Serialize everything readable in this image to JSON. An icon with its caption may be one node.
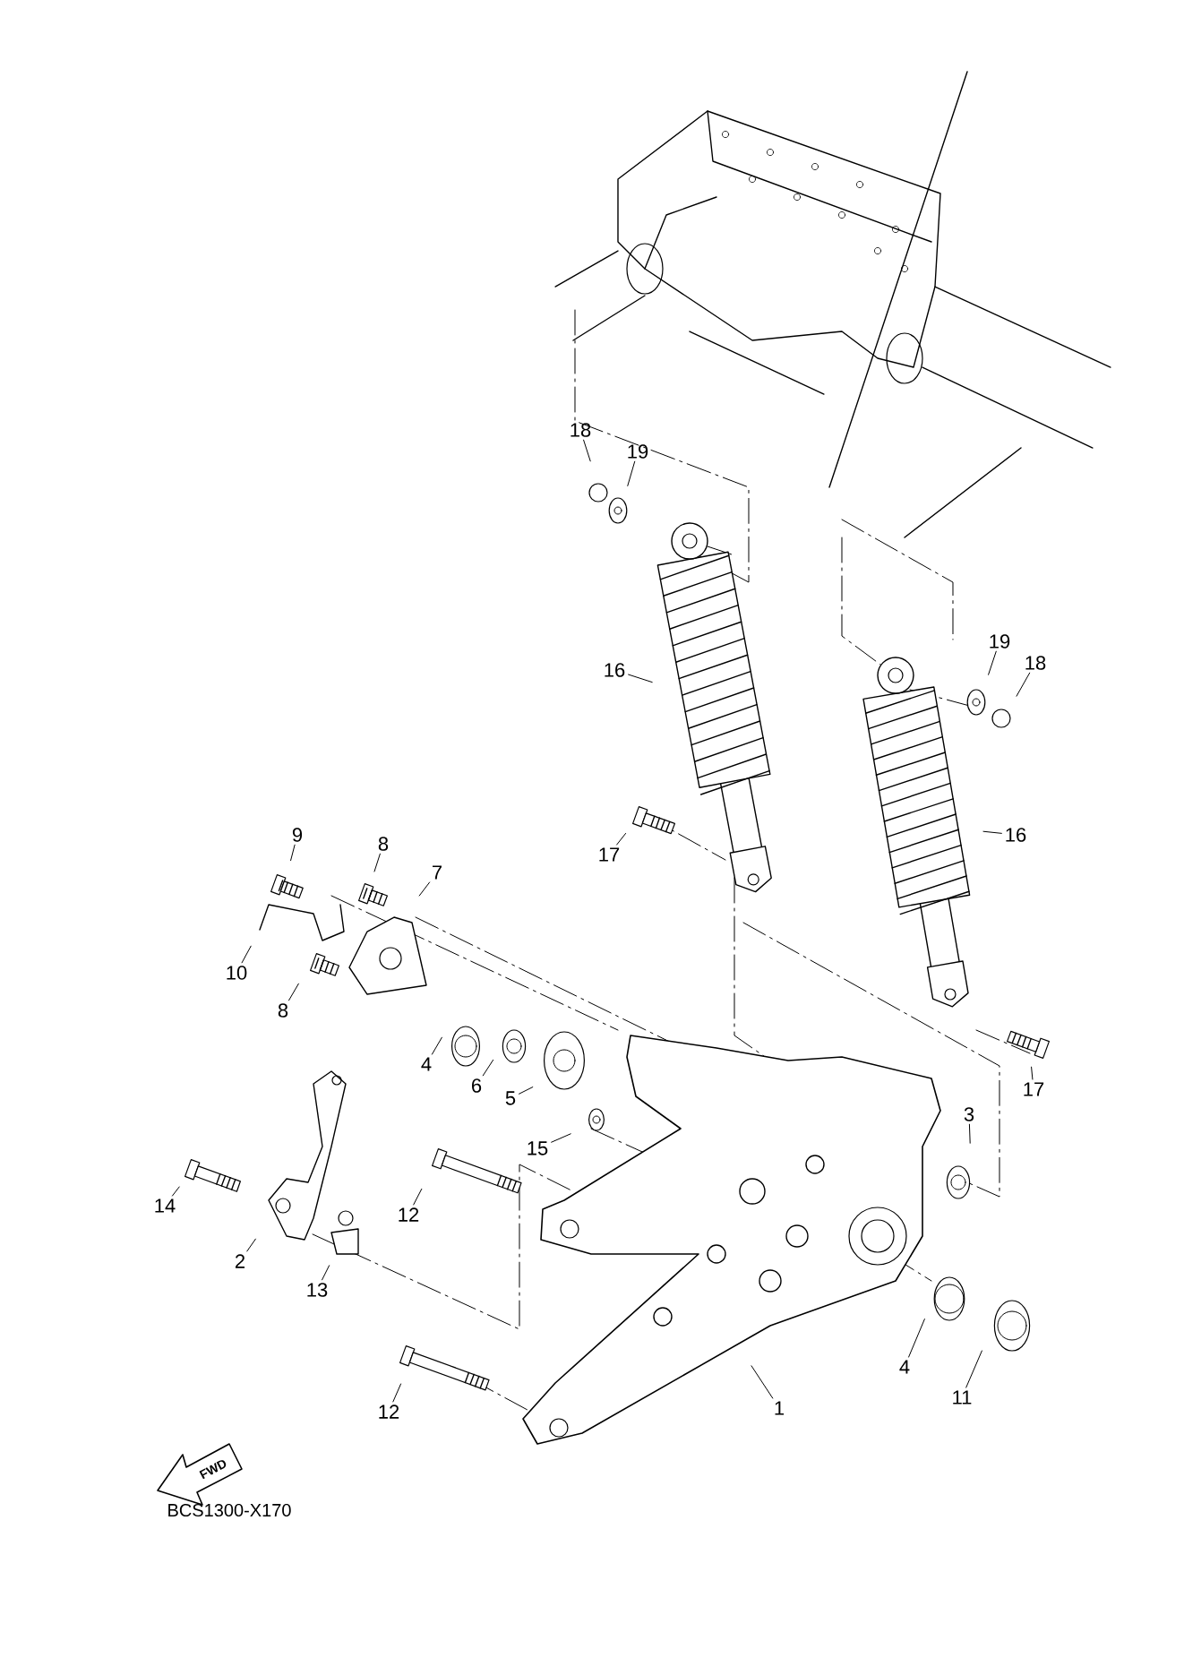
{
  "diagram": {
    "nodes": [
      {
        "text": [
          "18"
        ]
      },
      {
        "text": [
          "19"
        ]
      },
      {
        "text": [
          "16"
        ]
      },
      {
        "text": [
          "17"
        ]
      },
      {
        "text": [
          "19"
        ]
      },
      {
        "text": [
          "18"
        ]
      },
      {
        "text": [
          "16"
        ]
      },
      {
        "text": [
          "17"
        ]
      },
      {
        "text": [
          "9"
        ]
      },
      {
        "text": [
          "8"
        ]
      },
      {
        "text": [
          "7"
        ]
      },
      {
        "text": [
          "10"
        ]
      },
      {
        "text": [
          "8"
        ]
      },
      {
        "text": [
          "4"
        ]
      },
      {
        "text": [
          "6"
        ]
      },
      {
        "text": [
          "5"
        ]
      },
      {
        "text": [
          "15"
        ]
      },
      {
        "text": [
          "3"
        ]
      },
      {
        "text": [
          "14"
        ]
      },
      {
        "text": [
          "2"
        ]
      },
      {
        "text": [
          "12"
        ]
      },
      {
        "text": [
          "13"
        ]
      },
      {
        "text": [
          "4"
        ]
      },
      {
        "text": [
          "11"
        ]
      },
      {
        "text": [
          "12"
        ]
      },
      {
        "text": [
          "1"
        ]
      }
    ],
    "edges": [
      {
        "from": 0,
        "to": null,
        "arrow": "none"
      },
      {
        "from": 1,
        "to": null,
        "arrow": "none"
      },
      {
        "from": 2,
        "to": null,
        "arrow": "none"
      },
      {
        "from": 3,
        "to": null,
        "arrow": "none"
      },
      {
        "from": 4,
        "to": null,
        "arrow": "none"
      },
      {
        "from": 5,
        "to": null,
        "arrow": "none"
      },
      {
        "from": 6,
        "to": null,
        "arrow": "none"
      },
      {
        "from": 7,
        "to": null,
        "arrow": "none"
      },
      {
        "from": 8,
        "to": null,
        "arrow": "none"
      },
      {
        "from": 9,
        "to": null,
        "arrow": "none"
      },
      {
        "from": 10,
        "to": null,
        "arrow": "none"
      },
      {
        "from": 11,
        "to": null,
        "arrow": "none"
      },
      {
        "from": 12,
        "to": null,
        "arrow": "none"
      },
      {
        "from": 13,
        "to": null,
        "arrow": "none"
      },
      {
        "from": 14,
        "to": null,
        "arrow": "none"
      },
      {
        "from": 15,
        "to": null,
        "arrow": "none"
      },
      {
        "from": 16,
        "to": null,
        "arrow": "none"
      },
      {
        "from": 17,
        "to": null,
        "arrow": "none"
      },
      {
        "from": 18,
        "to": null,
        "arrow": "none"
      },
      {
        "from": 19,
        "to": null,
        "arrow": "none"
      },
      {
        "from": 20,
        "to": null,
        "arrow": "none"
      },
      {
        "from": 21,
        "to": null,
        "arrow": "none"
      },
      {
        "from": 22,
        "to": null,
        "arrow": "none"
      },
      {
        "from": 23,
        "to": null,
        "arrow": "none"
      },
      {
        "from": 24,
        "to": null,
        "arrow": "none"
      },
      {
        "from": 25,
        "to": null,
        "arrow": "none"
      }
    ],
    "labels": [
      "FWD",
      "BCS1300-X170"
    ]
  }
}
